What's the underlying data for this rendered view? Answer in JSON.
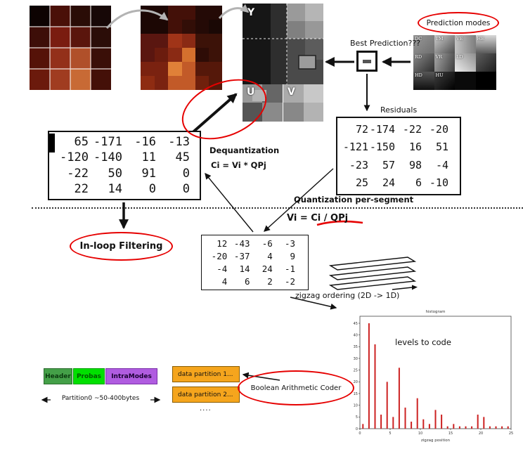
{
  "planes": {
    "y": "Y",
    "u": "U",
    "v": "V"
  },
  "prediction": {
    "question": "Best Prediction???",
    "modes_label": "Prediction modes",
    "mode_names": [
      "DC",
      "TM",
      "VE",
      "HE",
      "RD",
      "VR",
      "LD",
      "",
      "HD",
      "HU",
      "",
      ""
    ]
  },
  "residuals_label": "Residuals",
  "matrices": {
    "dequantized": [
      [
        "65",
        "-171",
        "-16",
        "-13"
      ],
      [
        "-120",
        "-140",
        "11",
        "45"
      ],
      [
        "-22",
        "50",
        "91",
        "0"
      ],
      [
        "22",
        "14",
        "0",
        "0"
      ]
    ],
    "residuals": [
      [
        "72",
        "-174",
        "-22",
        "-20"
      ],
      [
        "-121",
        "-150",
        "16",
        "51"
      ],
      [
        "-23",
        "57",
        "98",
        "-4"
      ],
      [
        "25",
        "24",
        "6",
        "-10"
      ]
    ],
    "quantized": [
      [
        "12",
        "-43",
        "-6",
        "-3"
      ],
      [
        "-20",
        "-37",
        "4",
        "9"
      ],
      [
        "-4",
        "14",
        "24",
        "-1"
      ],
      [
        "4",
        "6",
        "2",
        "-2"
      ]
    ]
  },
  "dequantization": {
    "title": "Dequantization",
    "formula": "Ci = Vi * QPj"
  },
  "quantization": {
    "title": "Quantization per-segment",
    "formula": "Vi = Ci / QPj"
  },
  "inloop_label": "In-loop Filtering",
  "zigzag_label": "zigzag ordering  (2D -> 1D)",
  "bitstream": {
    "boxes": [
      {
        "label": "Header"
      },
      {
        "label": "Probas"
      },
      {
        "label": "IntraModes"
      }
    ],
    "partition0": "Partition0 ~50-400bytes",
    "partitions": [
      "data partition 1...",
      "data partition 2..."
    ],
    "more": "....",
    "coder": "Boolean Arithmetic Coder"
  },
  "chart_data": {
    "type": "bar",
    "title": "histogram",
    "xlabel": "zigzag position",
    "ylabel": "",
    "annotation": "levels to code",
    "x_ticks": [
      0,
      5,
      10,
      15,
      20,
      25
    ],
    "y_ticks": [
      0,
      5,
      10,
      15,
      20,
      25,
      30,
      35,
      40,
      45
    ],
    "ylim": [
      0,
      48
    ],
    "x": [
      0,
      1,
      2,
      3,
      4,
      5,
      6,
      7,
      8,
      9,
      10,
      11,
      12,
      13,
      14,
      15,
      16,
      17,
      18,
      19,
      20,
      21,
      22,
      23,
      24
    ],
    "values": [
      2,
      45,
      36,
      6,
      20,
      5,
      26,
      9,
      3,
      13,
      4,
      2,
      8,
      6,
      1,
      2,
      1,
      1,
      1,
      6,
      5,
      1,
      1,
      1,
      1
    ],
    "bar_color": "#cc2222"
  },
  "colors": {
    "accent_red": "#e60000",
    "partition_orange": "#f5a51d"
  }
}
